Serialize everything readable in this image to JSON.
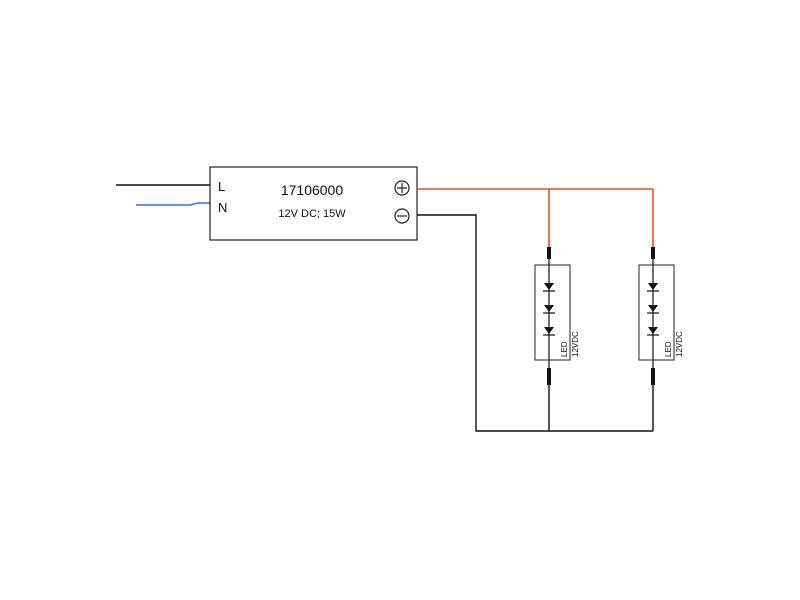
{
  "driver": {
    "model": "17106000",
    "rating": "12V DC; 15W",
    "input_terminals": [
      "L",
      "N"
    ],
    "output_terminals": [
      "+",
      "−"
    ]
  },
  "leds": [
    {
      "type": "LED",
      "voltage": "12VDC"
    },
    {
      "type": "LED",
      "voltage": "12VDC"
    }
  ],
  "colors": {
    "live_wire": "#111111",
    "neutral_wire": "#3a6fd0",
    "positive_wire": "#e0502a",
    "negative_wire": "#111111",
    "outline": "#222222"
  }
}
